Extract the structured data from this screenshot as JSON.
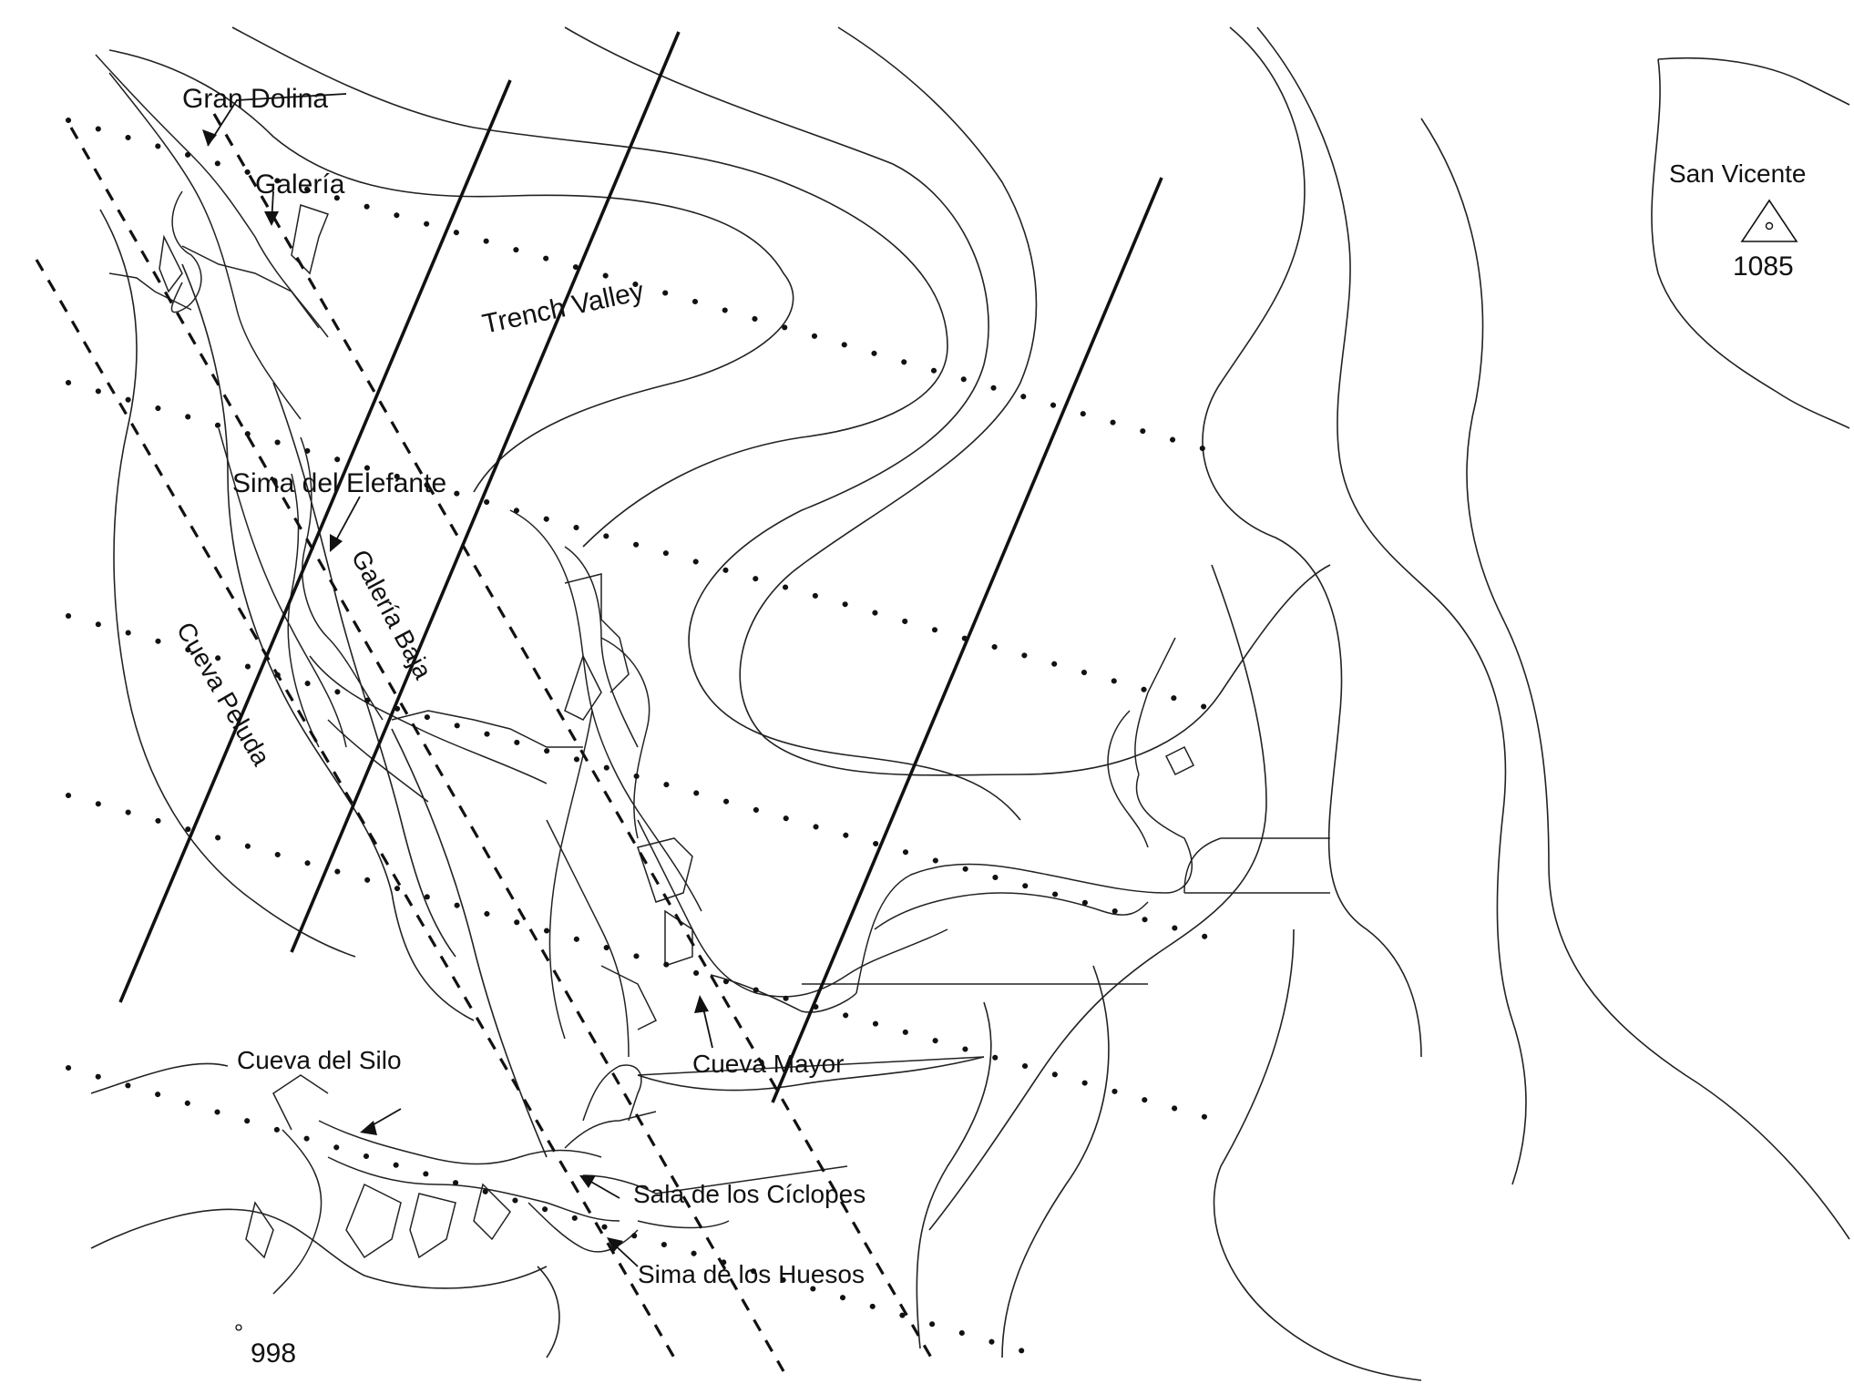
{
  "map": {
    "labels": {
      "gran_dolina": "Gran Dolina",
      "galeria": "Galería",
      "trench_valley": "Trench Valley",
      "sima_del_elefante": "Sima del Elefante",
      "galeria_baja": "Galería Baja",
      "cueva_peluda": "Cueva Peluda",
      "cueva_del_silo": "Cueva del Silo",
      "cueva_mayor": "Cueva Mayor",
      "sala_de_los_ciclopes": "Sala de los Cíclopes",
      "sima_de_los_huesos": "Sima de los Huesos",
      "san_vicente": "San Vicente"
    },
    "elevations": {
      "summit": "1085",
      "low_point": "998"
    },
    "icons": {
      "summit_marker": "triangle-survey-point-icon",
      "low_point_marker": "small-circle-icon"
    },
    "colors": {
      "background": "#ffffff",
      "ink": "#111111"
    }
  }
}
